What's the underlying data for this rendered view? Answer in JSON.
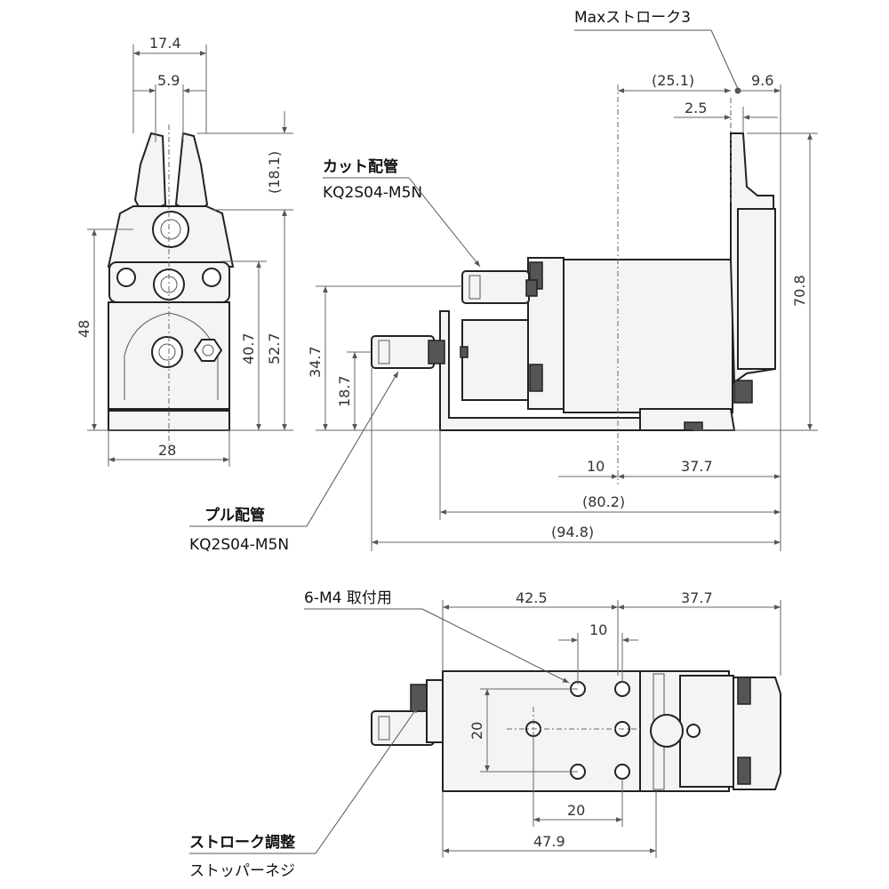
{
  "front_view": {
    "dim_width_top": "17.4",
    "dim_gap": "5.9",
    "dim_open": "(18.1)",
    "dim_height_total": "48",
    "dim_height_a": "40.7",
    "dim_height_b": "52.7",
    "dim_base": "28"
  },
  "side_view": {
    "max_stroke": "Maxストローク3",
    "dim_251": "(25.1)",
    "dim_96": "9.6",
    "dim_25": "2.5",
    "dim_708": "70.8",
    "dim_347": "34.7",
    "dim_187": "18.7",
    "dim_10": "10",
    "dim_377": "37.7",
    "dim_802": "(80.2)",
    "dim_948": "(94.8)",
    "cut_title": "カット配管",
    "cut_part": "KQ2S04-M5N",
    "pull_title": "プル配管",
    "pull_part": "KQ2S04-M5N"
  },
  "bottom_view": {
    "mount_label": "6-M4 取付用",
    "dim_425": "42.5",
    "dim_377": "37.7",
    "dim_10": "10",
    "dim_20v": "20",
    "dim_20h": "20",
    "dim_479": "47.9",
    "stroke_adjust": "ストローク調整",
    "stopper_screw": "ストッパーネジ"
  }
}
